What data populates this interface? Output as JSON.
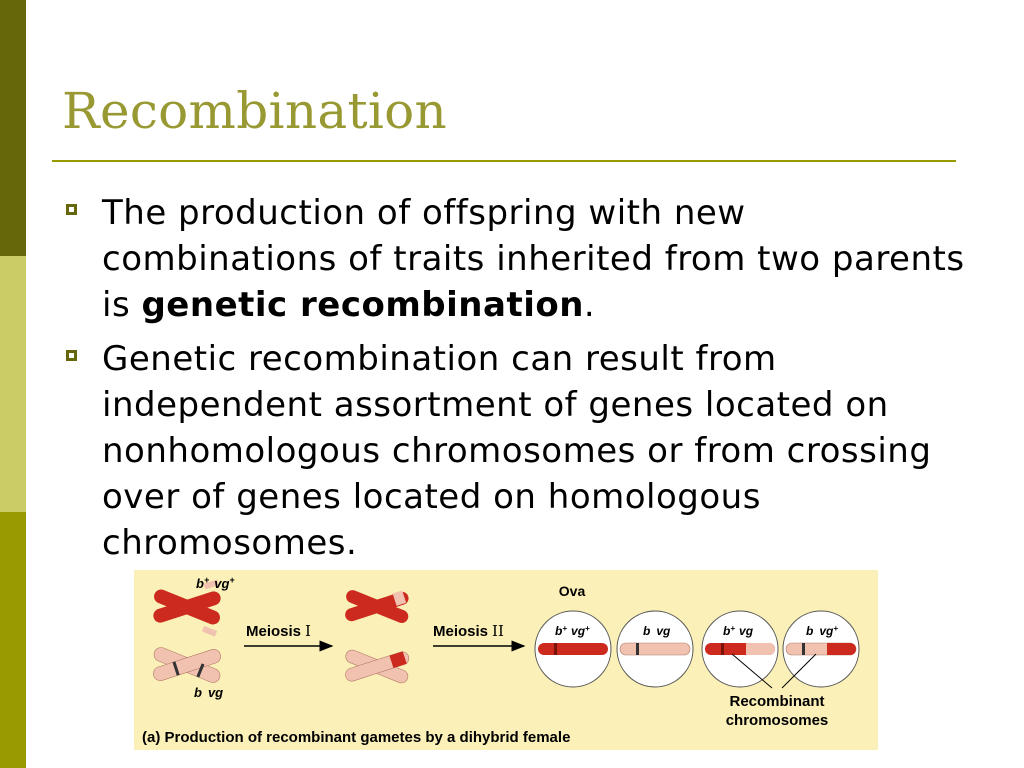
{
  "slide": {
    "title": "Recombination",
    "bullets": [
      {
        "text_before": "The production of offspring with new combinations of traits inherited from two parents is ",
        "bold": "genetic recombination",
        "text_after": "."
      },
      {
        "text_before": "Genetic recombination can result from independent assortment of genes located on nonhomologous chromosomes or from crossing over of genes located on homologous chromosomes.",
        "bold": "",
        "text_after": ""
      }
    ]
  },
  "figure": {
    "top_allele_b": "b",
    "top_allele_b_sup": "+",
    "top_allele_vg": "vg",
    "top_allele_vg_sup": "+",
    "bottom_allele_b": "b",
    "bottom_allele_vg": "vg",
    "meiosis1_label": "Meiosis",
    "meiosis1_numeral": "I",
    "meiosis2_label": "Meiosis",
    "meiosis2_numeral": "II",
    "ova_label": "Ova",
    "ovum1_b": "b",
    "ovum1_b_sup": "+",
    "ovum1_vg": "vg",
    "ovum1_vg_sup": "+",
    "ovum2_b": "b",
    "ovum2_vg": "vg",
    "ovum3_b": "b",
    "ovum3_b_sup": "+",
    "ovum3_vg": "vg",
    "ovum4_b": "b",
    "ovum4_vg": "vg",
    "ovum4_vg_sup": "+",
    "recombinant_line1": "Recombinant",
    "recombinant_line2": "chromosomes",
    "caption": "(a) Production of recombinant gametes by a dihybrid female",
    "colors": {
      "background": "#fbf0b8",
      "maternal_red": "#cc2a1e",
      "paternal_pink": "#f2c2b0",
      "arrow": "#000000"
    }
  }
}
